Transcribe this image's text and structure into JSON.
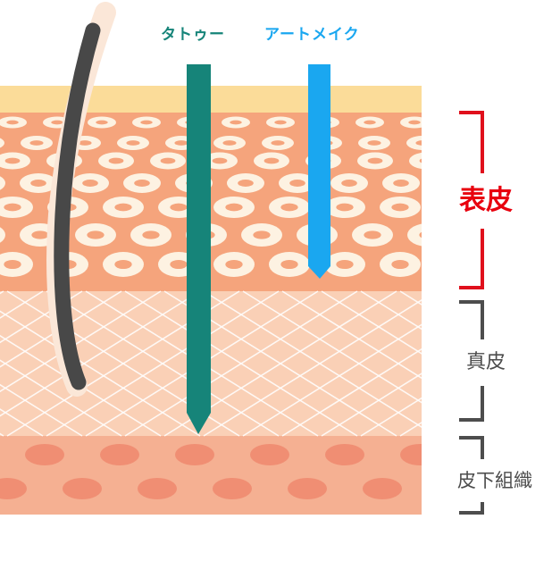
{
  "labels": {
    "tattoo": "タトゥー",
    "art_make": "アートメイク",
    "epidermis": "表皮",
    "dermis": "真皮",
    "subcutaneous": "皮下組織"
  },
  "colors": {
    "tattoo": "#168479",
    "art_make": "#1aa7f0",
    "epidermis_label": "#e8000e",
    "bracket_epidermis": "#e0101c",
    "bracket_other": "#4d4d4d",
    "stratum_corneum": "#fbdc99",
    "epidermis_bg": "#f5a47c",
    "cell": "#fdf2e2",
    "cell_core": "#f5a47c",
    "dermis_bg": "#fad0b6",
    "subcutaneous_bg": "#f5b092",
    "fat_cell": "#f08e73",
    "hair_shaft": "#484848",
    "hair_glow": "#fbe7d8"
  }
}
